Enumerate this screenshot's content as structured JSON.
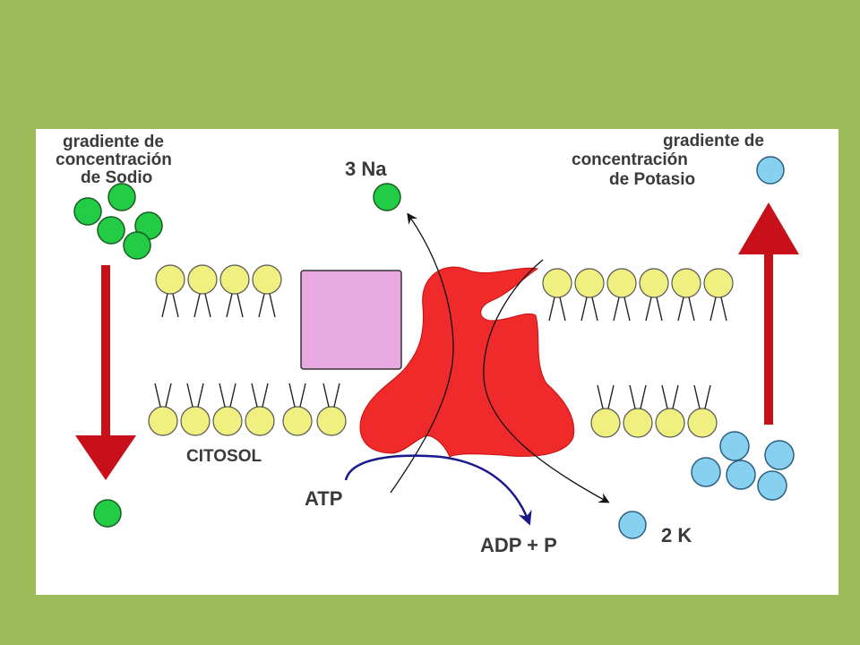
{
  "labels": {
    "sodium_gradient": [
      "gradiente de",
      "concentración",
      "de Sodio"
    ],
    "potassium_gradient": [
      "gradiente de",
      "concentración",
      "de Potasio"
    ],
    "na_out": "3 Na",
    "k_in": "2 K",
    "cytosol": "CITOSOL",
    "atp": "ATP",
    "adp": "ADP + P"
  },
  "colors": {
    "slide_background": "#9bbb59",
    "panel": "#ffffff",
    "sodium_ion": "#22cc44",
    "potassium_ion": "#88d0f0",
    "phospholipid_head": "#f0f080",
    "channel_protein": "#e8a8e0",
    "pump_protein": "#f02a2a",
    "gradient_arrow": "#c8101a",
    "atp_arrow": "#1a1a8c"
  }
}
